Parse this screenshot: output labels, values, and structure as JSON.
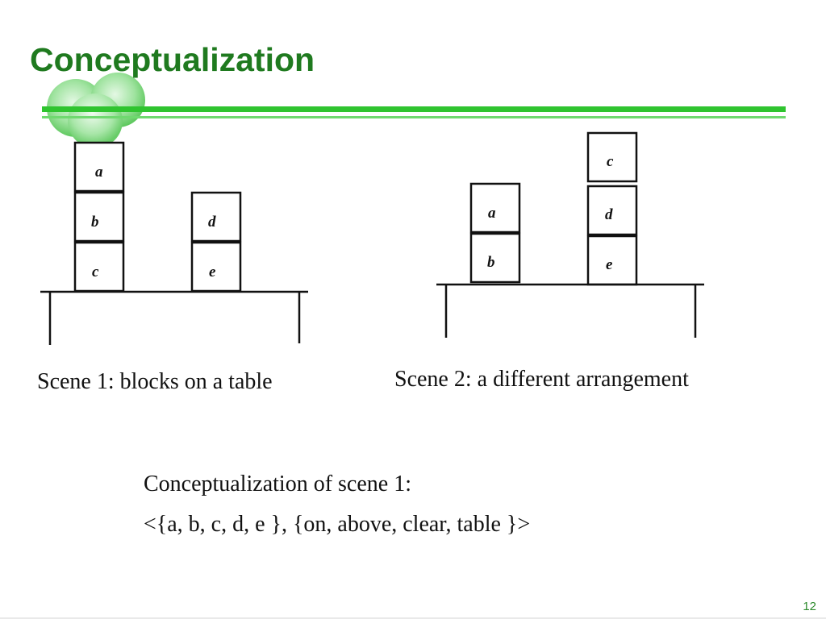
{
  "slide": {
    "title": "Conceptualization",
    "page_number": "12"
  },
  "colors": {
    "title": "#1f7a1f",
    "accent_green": "#2fc42f",
    "light_green": "#9be29b",
    "text": "#111111"
  },
  "scene1": {
    "caption": "Scene 1: blocks on a table",
    "stacks": [
      [
        "a",
        "b",
        "c"
      ],
      [
        "d",
        "e"
      ]
    ]
  },
  "scene2": {
    "caption": "Scene 2: a different arrangement",
    "stacks": [
      [
        "a",
        "b"
      ],
      [
        "c",
        "d",
        "e"
      ]
    ]
  },
  "conceptualization": {
    "heading": "Conceptualization of scene 1:",
    "tuple": "<{a, b, c, d, e }, {on, above, clear, table }>"
  }
}
